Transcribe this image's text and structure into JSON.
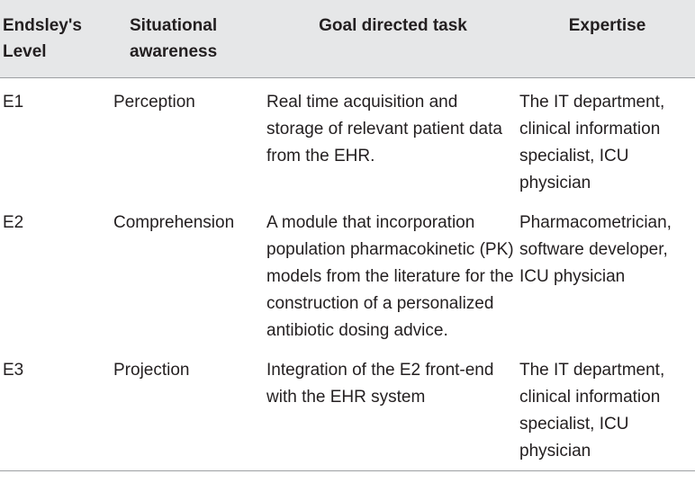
{
  "table": {
    "headers": [
      "Endsley's Level",
      "Situational awareness",
      "Goal directed task",
      "Expertise"
    ],
    "rows": [
      {
        "level": "E1",
        "awareness": "Perception",
        "task": "Real time acquisition and storage of relevant patient data from the EHR.",
        "expertise": "The IT department, clinical information specialist, ICU physician"
      },
      {
        "level": "E2",
        "awareness": "Comprehension",
        "task": "A module that incorporation population pharmacokinetic (PK) models from the literature for the construction of a personalized antibiotic dosing advice.",
        "expertise": "Pharmacometrician, software developer, ICU physician"
      },
      {
        "level": "E3",
        "awareness": "Projection",
        "task": "Integration of the E2 front-end with the EHR system",
        "expertise": "The IT department, clinical information specialist, ICU physician"
      }
    ]
  }
}
